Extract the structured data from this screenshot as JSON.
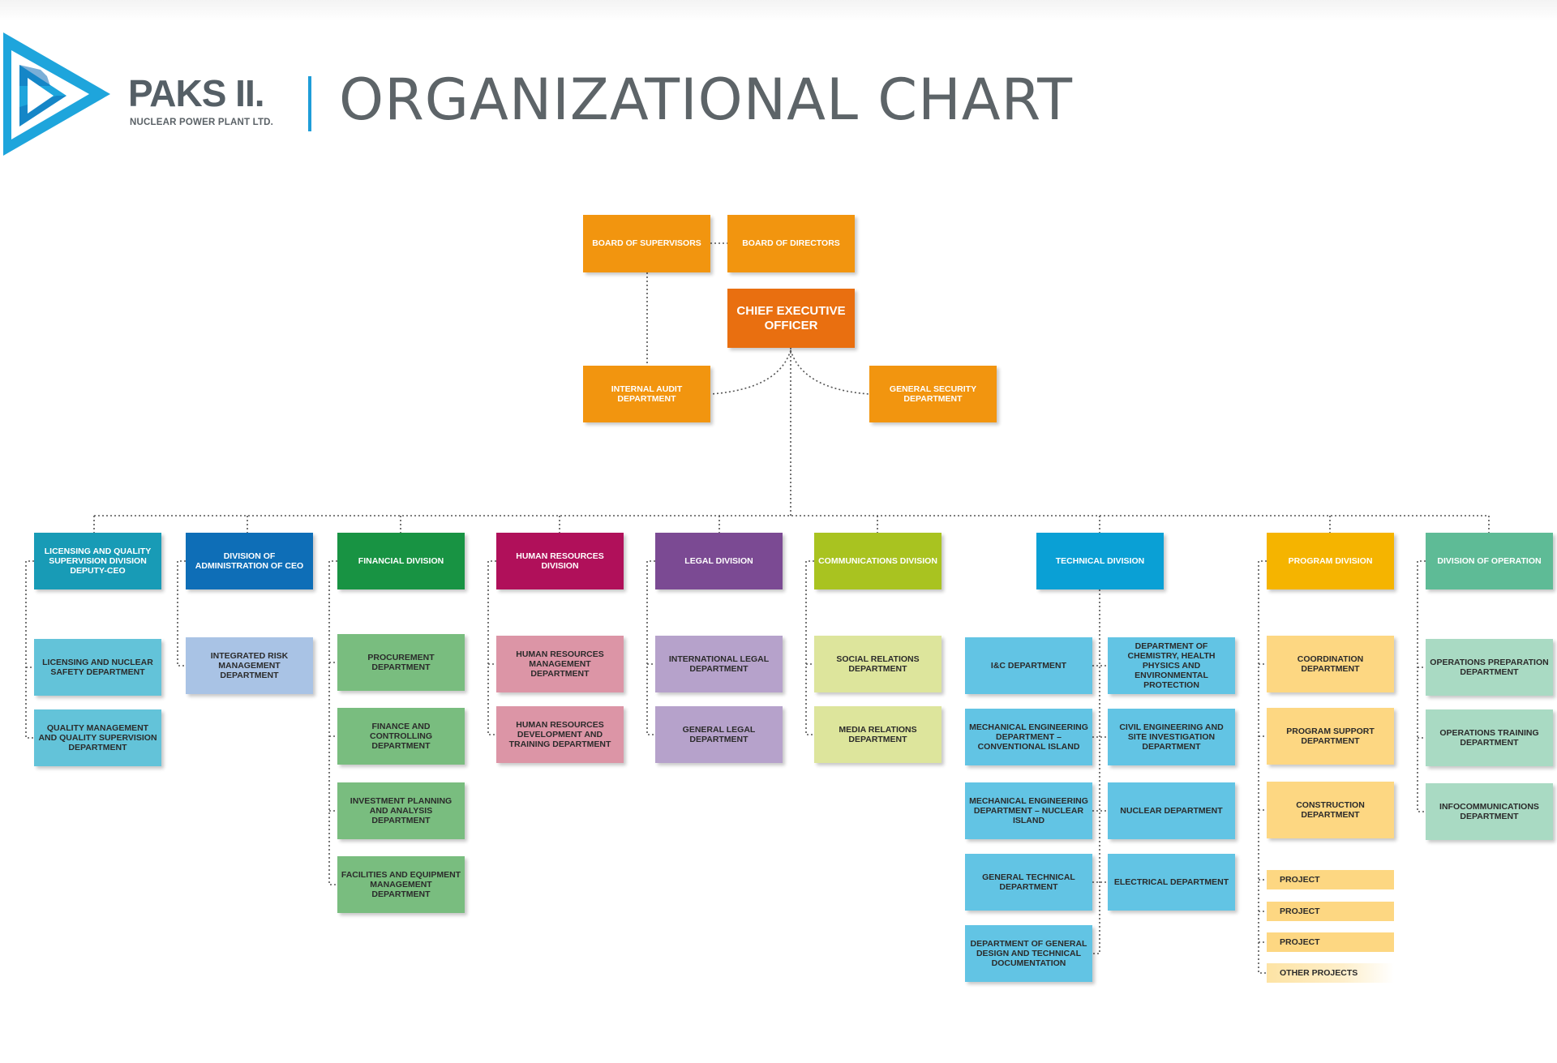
{
  "header": {
    "brand_name": "PAKS II.",
    "brand_sub": "NUCLEAR POWER PLANT LTD.",
    "title": "ORGANIZATIONAL CHART"
  },
  "colors": {
    "brand_blue": "#1e9dd8",
    "board": "#f2950f",
    "ceo": "#e96f10",
    "licensing": "#189bb6",
    "licensing_dept": "#63c3d9",
    "admin_ceo": "#0e6eb7",
    "admin_ceo_dept": "#a9c3e5",
    "financial": "#189343",
    "financial_dept": "#79bd7f",
    "hr": "#b0105a",
    "hr_dept": "#dc95a6",
    "legal": "#7b4a93",
    "legal_dept": "#b6a2cb",
    "communications": "#a9c320",
    "communications_dept": "#dde59c",
    "technical": "#0aa0d5",
    "technical_dept": "#62c4e4",
    "program": "#f5b400",
    "program_dept": "#fdd782",
    "operation": "#5ebb96",
    "operation_dept": "#a9dac3"
  },
  "chart": {
    "board_of_supervisors": "BOARD OF SUPERVISORS",
    "board_of_directors": "BOARD OF DIRECTORS",
    "ceo": "CHIEF EXECUTIVE OFFICER",
    "internal_audit": "INTERNAL AUDIT DEPARTMENT",
    "general_security": "GENERAL SECURITY DEPARTMENT",
    "divisions": [
      {
        "label": "LICENSING AND QUALITY SUPERVISION DIVISION DEPUTY-CEO",
        "departments": [
          "LICENSING AND NUCLEAR SAFETY DEPARTMENT",
          "QUALITY MANAGEMENT AND QUALITY SUPERVISION DEPARTMENT"
        ]
      },
      {
        "label": "DIVISION OF ADMINISTRATION OF CEO",
        "departments": [
          "INTEGRATED RISK MANAGEMENT DEPARTMENT"
        ]
      },
      {
        "label": "FINANCIAL DIVISION",
        "departments": [
          "PROCUREMENT DEPARTMENT",
          "FINANCE AND CONTROLLING DEPARTMENT",
          "INVESTMENT PLANNING AND ANALYSIS DEPARTMENT",
          "FACILITIES AND EQUIPMENT MANAGEMENT DEPARTMENT"
        ]
      },
      {
        "label": "HUMAN RESOURCES DIVISION",
        "departments": [
          "HUMAN RESOURCES MANAGEMENT DEPARTMENT",
          "HUMAN RESOURCES DEVELOPMENT AND TRAINING DEPARTMENT"
        ]
      },
      {
        "label": "LEGAL DIVISION",
        "departments": [
          "INTERNATIONAL LEGAL DEPARTMENT",
          "GENERAL LEGAL DEPARTMENT"
        ]
      },
      {
        "label": "COMMUNICATIONS DIVISION",
        "departments": [
          "SOCIAL RELATIONS DEPARTMENT",
          "MEDIA RELATIONS DEPARTMENT"
        ]
      },
      {
        "label": "TECHNICAL DIVISION",
        "departments": [
          "I&C DEPARTMENT",
          "MECHANICAL ENGINEERING DEPARTMENT – CONVENTIONAL ISLAND",
          "MECHANICAL ENGINEERING DEPARTMENT – NUCLEAR ISLAND",
          "GENERAL TECHNICAL DEPARTMENT",
          "DEPARTMENT OF GENERAL DESIGN AND TECHNICAL DOCUMENTATION",
          "DEPARTMENT OF CHEMISTRY, HEALTH PHYSICS AND ENVIRONMENTAL PROTECTION",
          "CIVIL ENGINEERING AND SITE INVESTIGATION DEPARTMENT",
          "NUCLEAR DEPARTMENT",
          "ELECTRICAL DEPARTMENT"
        ]
      },
      {
        "label": "PROGRAM DIVISION",
        "departments": [
          "COORDINATION DEPARTMENT",
          "PROGRAM SUPPORT DEPARTMENT",
          "CONSTRUCTION DEPARTMENT"
        ],
        "projects": [
          "PROJECT",
          "PROJECT",
          "PROJECT",
          "OTHER PROJECTS"
        ]
      },
      {
        "label": "DIVISION OF OPERATION",
        "departments": [
          "OPERATIONS PREPARATION DEPARTMENT",
          "OPERATIONS TRAINING DEPARTMENT",
          "INFOCOMMUNICATIONS DEPARTMENT"
        ]
      }
    ]
  }
}
